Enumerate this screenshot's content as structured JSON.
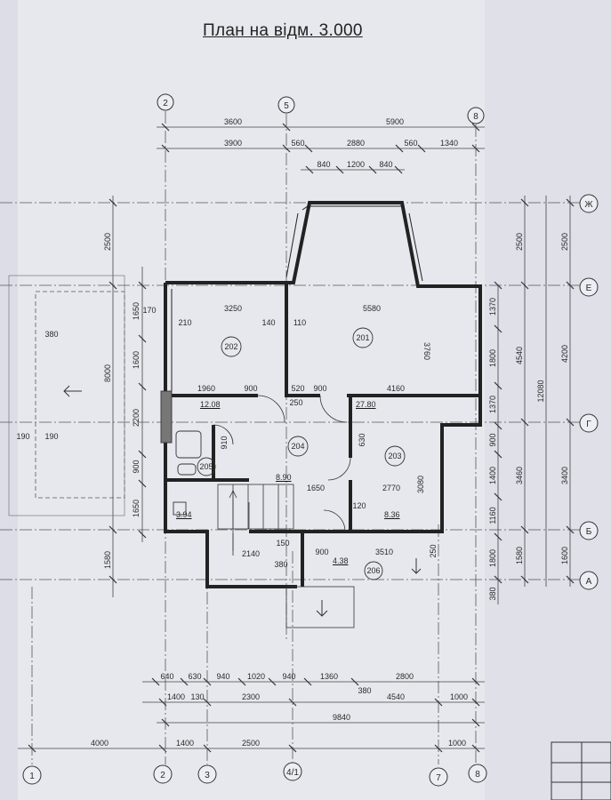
{
  "title": "План на відм. 3.000",
  "axes_top": [
    "2",
    "5",
    "8"
  ],
  "axes_bottom": [
    "1",
    "2",
    "3",
    "4/1",
    "7",
    "8"
  ],
  "axes_right": [
    "Ж",
    "Е",
    "Г",
    "Б",
    "А"
  ],
  "rooms": [
    {
      "num": "202",
      "area": "12.08"
    },
    {
      "num": "201",
      "area": "27.80"
    },
    {
      "num": "204",
      "area": "8.90"
    },
    {
      "num": "203",
      "area": "8.36"
    },
    {
      "num": "205",
      "area": "3.94"
    },
    {
      "num": "206",
      "area": "4.38"
    }
  ],
  "dims_top_row1": [
    "3600",
    "5900"
  ],
  "dims_top_row2": [
    "3900",
    "560",
    "2880",
    "560",
    "1340"
  ],
  "dims_top_row3": [
    "840",
    "1200",
    "840"
  ],
  "dims_bottom_row1": [
    "640",
    "630",
    "940",
    "1020",
    "940",
    "1360",
    "2800"
  ],
  "dims_bottom_row2": [
    "1400",
    "130",
    "2300",
    "380",
    "4540",
    "1000"
  ],
  "dims_bottom_total": "9840",
  "dims_bottom_axes": [
    "4000",
    "1400",
    "2500",
    "1000"
  ],
  "dims_left": [
    "2500",
    "1650",
    "1600",
    "2200",
    "900",
    "1650",
    "1580"
  ],
  "dims_left_total": "8000",
  "dims_left_porch": [
    "380",
    "190",
    "190"
  ],
  "dims_right_inner": [
    "1370",
    "1800",
    "1370",
    "900",
    "1400",
    "1160",
    "1800",
    "380"
  ],
  "dims_right_mid": [
    "2500",
    "4540",
    "3460",
    "1580"
  ],
  "dims_right_outer": [
    "2500",
    "4200",
    "3400",
    "1600"
  ],
  "dims_right_total": "12080",
  "dims_interior": [
    "3250",
    "5580",
    "1960",
    "900",
    "520",
    "900",
    "4160",
    "3760",
    "1650",
    "2770",
    "3080",
    "3510",
    "2140",
    "900",
    "380",
    "210",
    "140",
    "110",
    "170",
    "250",
    "630",
    "910",
    "120",
    "250",
    "150"
  ]
}
